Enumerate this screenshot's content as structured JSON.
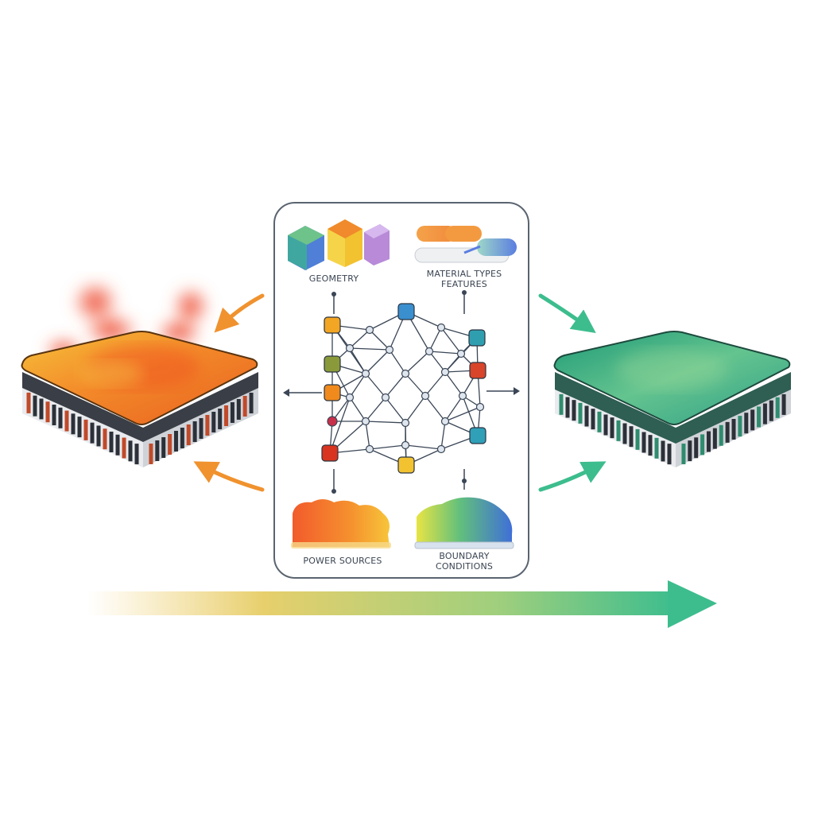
{
  "panel": {
    "geometry_label": "GEOMETRY",
    "material_label_line1": "MATERIAL TYPES",
    "material_label_line2": "FEATURES",
    "power_label": "POWER SOURCES",
    "boundary_label_line1": "BOUNDARY",
    "boundary_label_line2": "CONDITIONS"
  },
  "icons": {
    "hot_chip": "hot-chip-icon",
    "cool_chip": "cooled-chip-icon",
    "geometry": "cube-blocks-icon",
    "material": "material-layers-icon",
    "power": "heat-source-blob-icon",
    "boundary": "boundary-surface-icon",
    "network": "graph-network-icon"
  },
  "colors": {
    "hot_primary": "#f08a24",
    "hot_glow": "#e8341c",
    "cool_primary": "#3fb08a",
    "arrow_orange": "#f0922e",
    "arrow_green": "#3dbd8e",
    "panel_border": "#5a6470",
    "network_line": "#3a4656"
  }
}
